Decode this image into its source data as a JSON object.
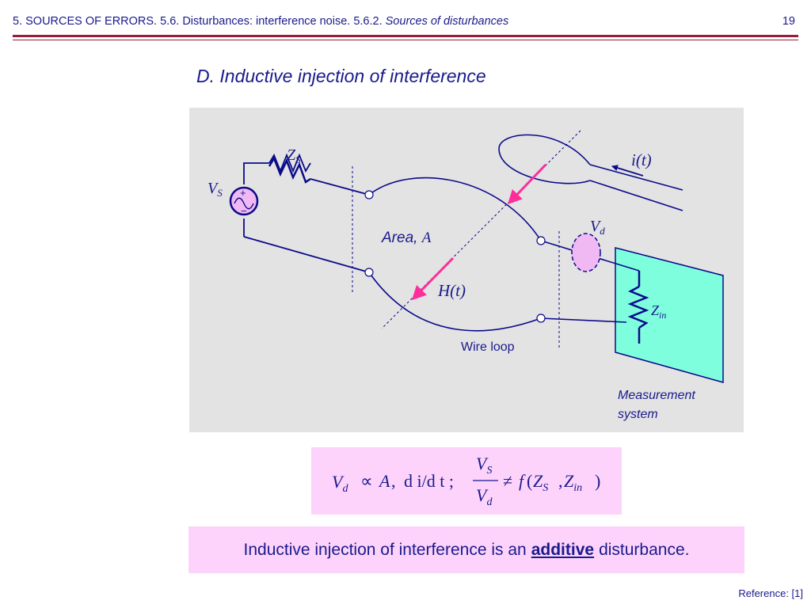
{
  "header": {
    "breadcrumb_plain": "5. SOURCES OF ERRORS. 5.6. Disturbances: interference noise. 5.6.2.",
    "breadcrumb_italic": "Sources of disturbances",
    "page_number": "19"
  },
  "slide_title": "D.  Inductive injection of interference",
  "diagram": {
    "source_label": "V",
    "source_label_sub": "S",
    "plus_sign": "+",
    "minus_sign": "−",
    "impedance_label": "Z",
    "impedance_label_sub": "S",
    "current_label": "i(t)",
    "area_label": "Area, ",
    "area_symbol": "A",
    "field_label": "H(t)",
    "vd_label": "V",
    "vd_label_sub": "d",
    "zin_label": "Z",
    "zin_label_sub": "in",
    "wire_loop_label": "Wire loop",
    "measurement_label_line1": "Measurement",
    "measurement_label_line2": "system",
    "colors": {
      "wire": "#0a0a8a",
      "arrow": "#ff2d9a",
      "measurement_plane": "#7ffedd",
      "vd_ellipse": "#f1b9f4",
      "panel": "#e3e3e3"
    }
  },
  "formula": {
    "vd": "V",
    "vd_sub": "d",
    "proportional": "∝",
    "a": "A",
    "comma": ",",
    "didt": "d i/d t ;",
    "frac_num": "V",
    "frac_num_sub": "S",
    "frac_den": "V",
    "frac_den_sub": "d",
    "neq": "≠",
    "func": "f",
    "paren_open": "(",
    "zs": "Z",
    "zs_sub": "S",
    "sep": ",",
    "zin": "Z",
    "zin_sub": "in",
    "paren_close": ")"
  },
  "statement": {
    "before": "Inductive injection of interference is an",
    "keyword": "additive",
    "after": "disturbance."
  },
  "reference": "Reference: [1]"
}
